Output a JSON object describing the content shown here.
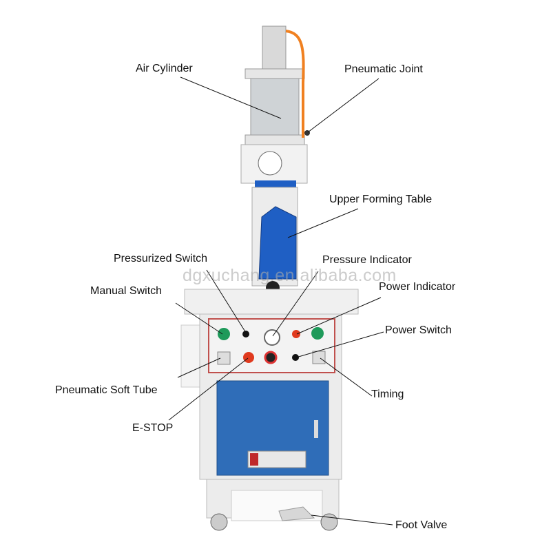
{
  "watermark": "dgxuchang.en.alibaba.com",
  "labels": {
    "air_cylinder": "Air Cylinder",
    "pneumatic_joint": "Pneumatic Joint",
    "upper_forming_table": "Upper Forming Table",
    "pressurized_switch": "Pressurized Switch",
    "pressure_indicator": "Pressure Indicator",
    "manual_switch": "Manual Switch",
    "power_indicator": "Power Indicator",
    "power_switch": "Power Switch",
    "pneumatic_soft_tube": "Pneumatic Soft Tube",
    "timing": "Timing",
    "e_stop": "E-STOP",
    "foot_valve": "Foot Valve"
  },
  "colors": {
    "panel_border": "#c0504d",
    "door": "#2f6db8",
    "forming": "#1f5fc4",
    "hose": "#f08020",
    "button_green": "#1e9a5a",
    "button_red": "#e03a1e"
  }
}
